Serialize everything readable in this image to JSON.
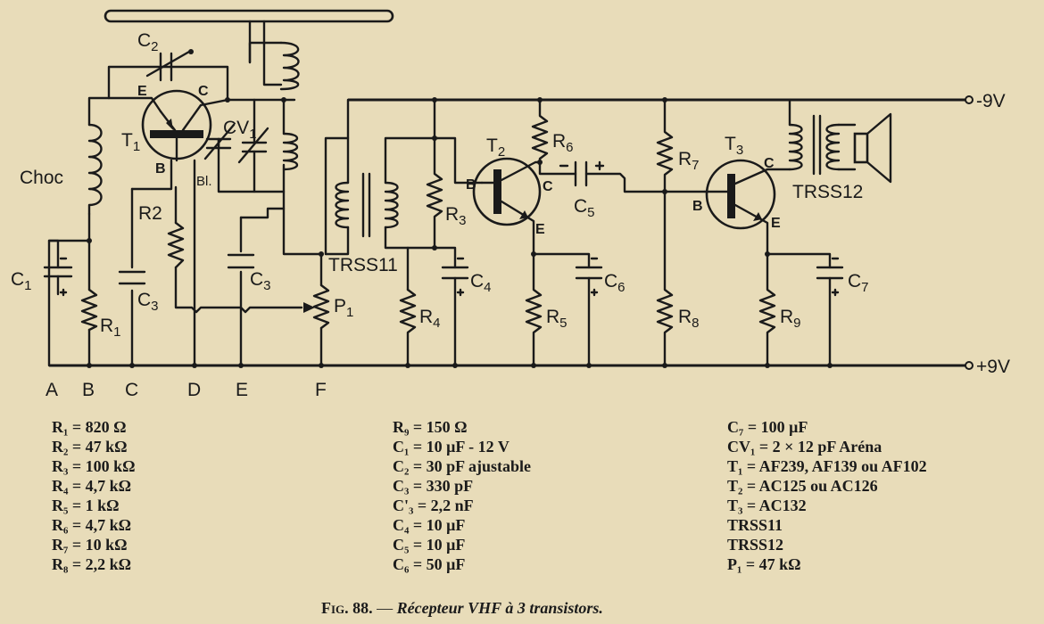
{
  "schematic": {
    "rail_negative_label": "-9V",
    "rail_positive_label": "+9V",
    "test_points": [
      "A",
      "B",
      "C",
      "D",
      "E",
      "F"
    ],
    "labels": {
      "choke": "Choc",
      "c1": "C",
      "c1_sub": "1",
      "c2": "C",
      "c2_sub": "2",
      "c3a": "C",
      "c3a_sub": "3",
      "c3b": "C",
      "c3b_sub": "3",
      "c4": "C",
      "c4_sub": "4",
      "c5": "C",
      "c5_sub": "5",
      "c6": "C",
      "c6_sub": "6",
      "c7": "C",
      "c7_sub": "7",
      "cv1": "CV",
      "cv1_sub": "1",
      "r1": "R",
      "r1_sub": "1",
      "r2": "R2",
      "r3": "R",
      "r3_sub": "3",
      "r4": "R",
      "r4_sub": "4",
      "r5": "R",
      "r5_sub": "5",
      "r6": "R",
      "r6_sub": "6",
      "r7": "R",
      "r7_sub": "7",
      "r8": "R",
      "r8_sub": "8",
      "r9": "R",
      "r9_sub": "9",
      "p1": "P",
      "p1_sub": "1",
      "t1": "T",
      "t1_sub": "1",
      "t2": "T",
      "t2_sub": "2",
      "t3": "T",
      "t3_sub": "3",
      "bl": "Bl.",
      "trss11": "TRSS11",
      "trss12": "TRSS12",
      "pin_e": "E",
      "pin_c": "C",
      "pin_b": "B"
    }
  },
  "legend": {
    "col1": [
      "R₁ = 820 Ω",
      "R₂ = 47 kΩ",
      "R₃ = 100 kΩ",
      "R₄ = 4,7 kΩ",
      "R₅ = 1 kΩ",
      "R₆ = 4,7 kΩ",
      "R₇ = 10 kΩ",
      "R₈ = 2,2 kΩ"
    ],
    "col2": [
      "R₉ = 150 Ω",
      "C₁ = 10 μF - 12 V",
      "C₂ = 30 pF ajustable",
      "C₃ = 330 pF",
      "C'₃ = 2,2 nF",
      "C₄ = 10 μF",
      "C₅ = 10 μF",
      "C₆ = 50 μF"
    ],
    "col3": [
      "C₇ = 100 μF",
      "CV₁ = 2 × 12 pF Aréna",
      "T₁ = AF239, AF139 ou AF102",
      "T₂ = AC125 ou AC126",
      "T₃ = AC132",
      "TRSS11",
      "TRSS12",
      "P₁ = 47 kΩ"
    ]
  },
  "caption": {
    "figure": "Fig. 88.",
    "dash": " — ",
    "title": "Récepteur VHF à 3 transistors."
  }
}
